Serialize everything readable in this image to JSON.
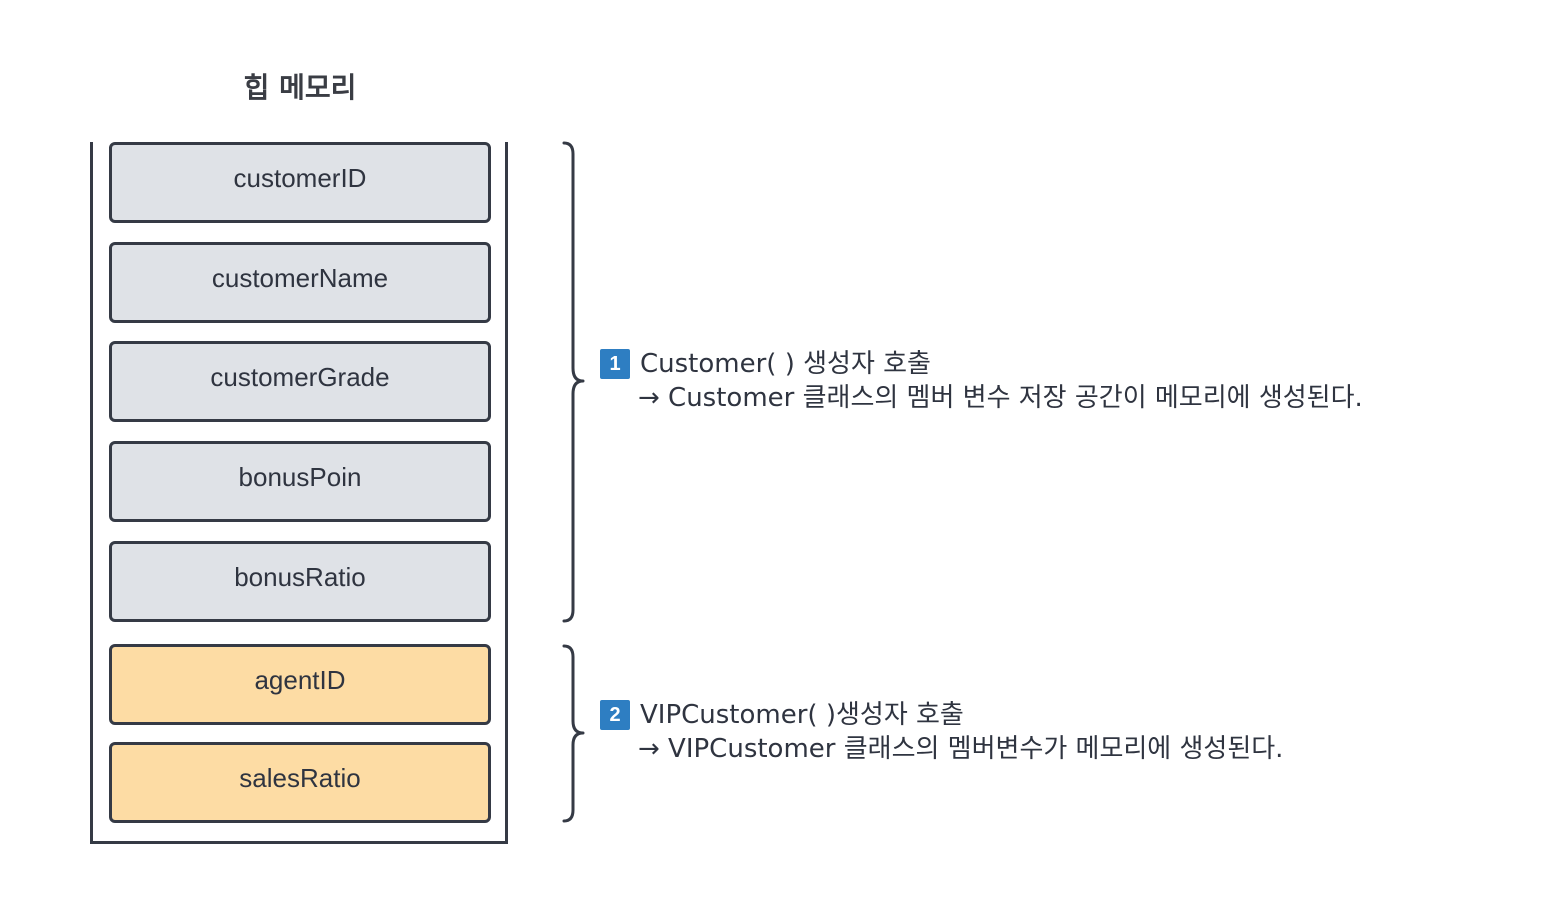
{
  "title": "힙 메모리",
  "fields": {
    "customerID": "customerID",
    "customerName": "customerName",
    "customerGrade": "customerGrade",
    "bonusPoin": "bonusPoin",
    "bonusRatio": "bonusRatio",
    "agentID": "agentID",
    "salesRatio": "salesRatio"
  },
  "annotations": [
    {
      "badge": "1",
      "heading": "Customer( ) 생성자 호출",
      "detail": "→  Customer 클래스의 멤버 변수 저장 공간이 메모리에 생성된다."
    },
    {
      "badge": "2",
      "heading": "VIPCustomer( )생성자 호출",
      "detail": "→  VIPCustomer 클래스의 멤버변수가 메모리에 생성된다."
    }
  ],
  "colors": {
    "base_field": "#dfe2e7",
    "vip_field": "#fddca4",
    "border": "#353a45",
    "badge": "#2e7ec2"
  }
}
